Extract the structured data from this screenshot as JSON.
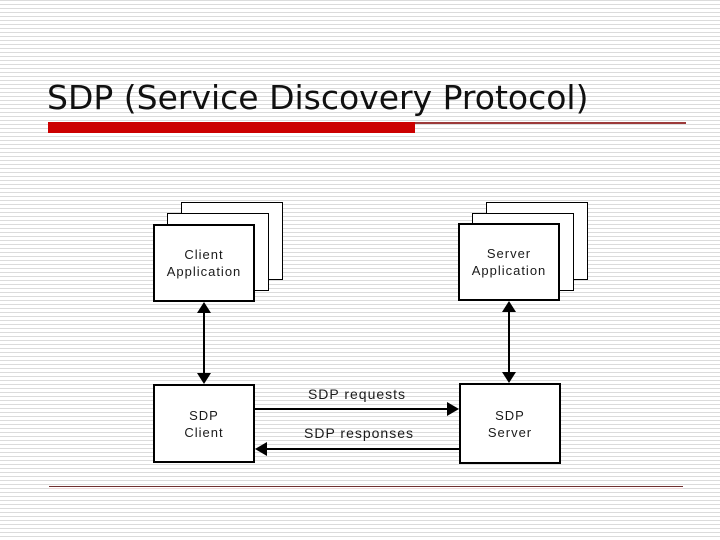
{
  "slide": {
    "title": "SDP (Service Discovery Protocol)"
  },
  "colors": {
    "accent": "#CC0000",
    "thin_rule": "#9C3A3A",
    "footer_dark": "#703030",
    "footer_light": "#EFD8D8",
    "stripe": "#DBDBDB",
    "diagram_line": "#000000",
    "text": "#111111"
  },
  "diagram": {
    "client_app": {
      "line1": "Client",
      "line2": "Application"
    },
    "server_app": {
      "line1": "Server",
      "line2": "Application"
    },
    "sdp_client": {
      "line1": "SDP",
      "line2": "Client"
    },
    "sdp_server": {
      "line1": "SDP",
      "line2": "Server"
    },
    "arrows": {
      "requests_label": "SDP requests",
      "responses_label": "SDP responses"
    }
  }
}
